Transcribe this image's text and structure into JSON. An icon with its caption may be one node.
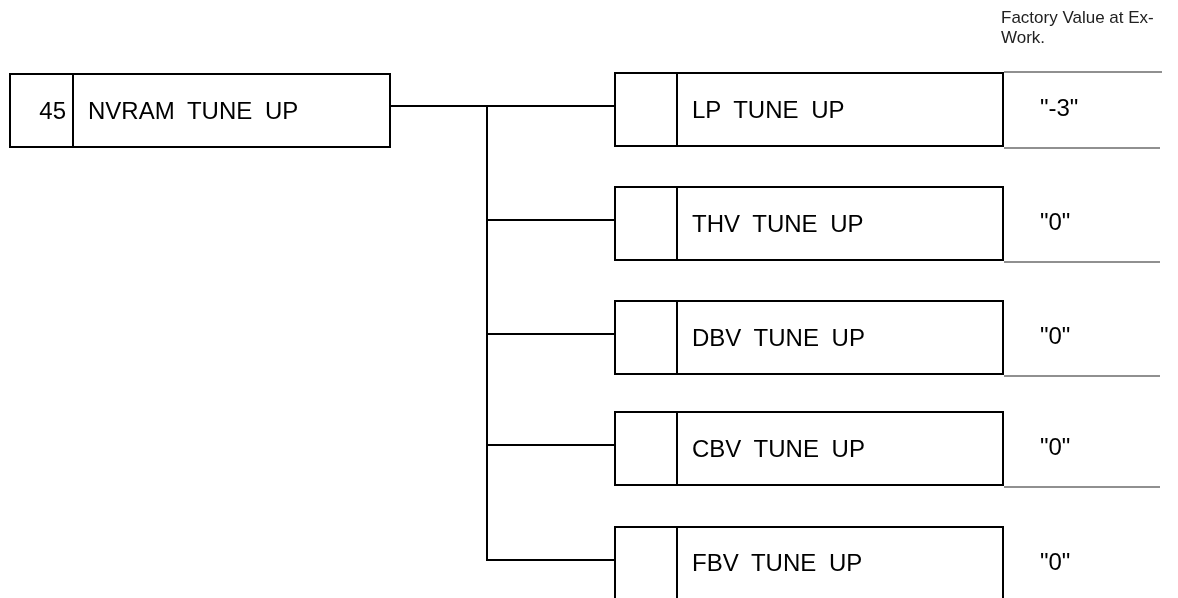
{
  "diagram": {
    "nodes": [
      {
        "text": [
          "45",
          "NVRAM TUNE UP"
        ]
      },
      {
        "text": [
          "LP TUNE UP"
        ],
        "beside": [
          "\"-3\""
        ]
      },
      {
        "text": [
          "THV TUNE UP"
        ],
        "beside": [
          "\"0\""
        ]
      },
      {
        "text": [
          "DBV TUNE UP"
        ],
        "beside": [
          "\"0\""
        ]
      },
      {
        "text": [
          "CBV TUNE UP"
        ],
        "beside": [
          "\"0\""
        ]
      },
      {
        "text": [
          "FBV TUNE UP"
        ],
        "beside": [
          "\"0\""
        ]
      }
    ],
    "edges": [
      {
        "from": 0,
        "to": 1,
        "arrow": "none"
      },
      {
        "from": 0,
        "to": 2,
        "arrow": "none"
      },
      {
        "from": 0,
        "to": 3,
        "arrow": "none"
      },
      {
        "from": 0,
        "to": 4,
        "arrow": "none"
      },
      {
        "from": 0,
        "to": 5,
        "arrow": "none"
      }
    ],
    "labels": [
      "Factory Value at Ex-Work."
    ]
  }
}
